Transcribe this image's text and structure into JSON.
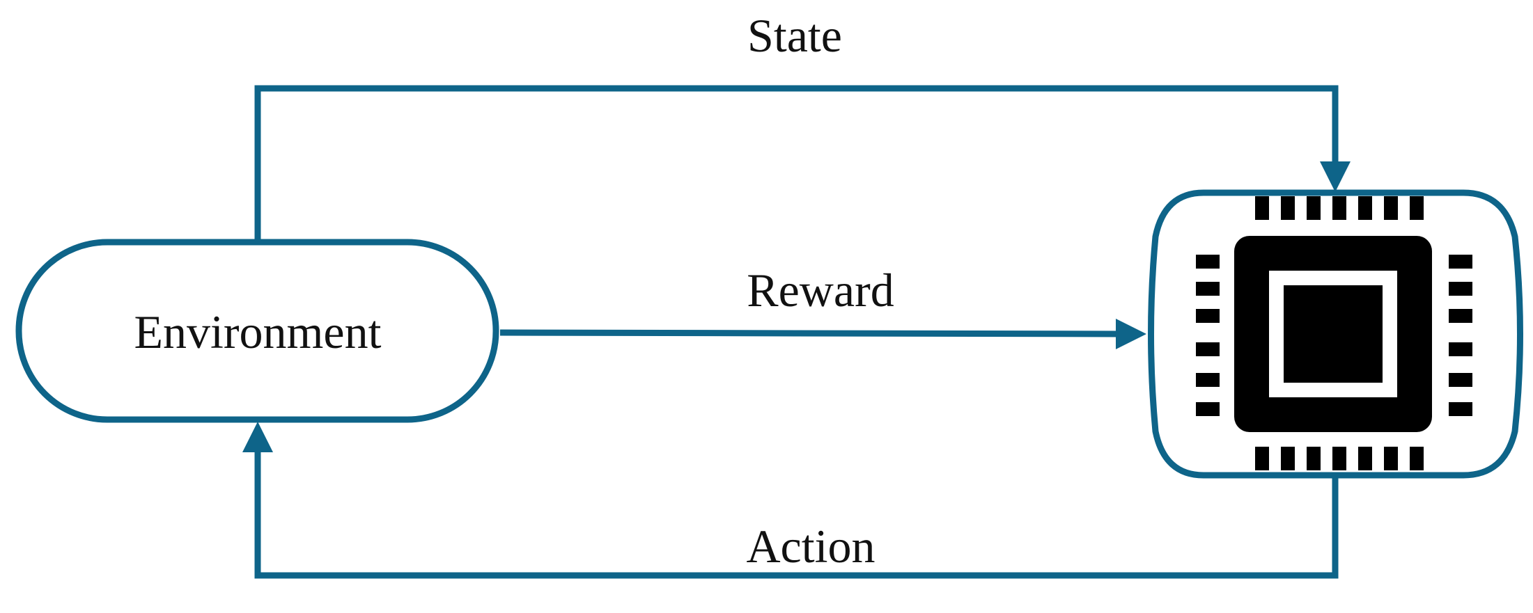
{
  "colors": {
    "line": "#0e6489",
    "chip": "#000000",
    "background": "#ffffff"
  },
  "nodes": {
    "environment": {
      "label": "Environment",
      "shape": "rounded-pill"
    },
    "agent": {
      "icon": "cpu-chip-icon",
      "shape": "rounded-box"
    }
  },
  "edges": {
    "state": {
      "label": "State",
      "from": "environment",
      "to": "agent"
    },
    "reward": {
      "label": "Reward",
      "from": "environment",
      "to": "agent"
    },
    "action": {
      "label": "Action",
      "from": "agent",
      "to": "environment"
    }
  }
}
